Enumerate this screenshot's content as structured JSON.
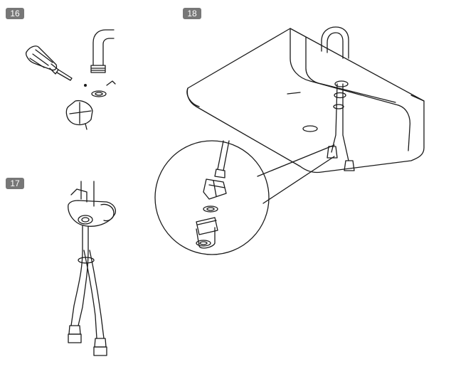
{
  "steps": [
    {
      "number": "16"
    },
    {
      "number": "17"
    },
    {
      "number": "18"
    }
  ],
  "colors": {
    "badge": "#777777",
    "line": "#1a1a1a",
    "fill": "#ffffff"
  },
  "icons": {
    "step16": [
      "screwdriver-icon",
      "pipe-icon",
      "washer-icon",
      "cap-nut-icon"
    ],
    "step17": [
      "mixer-body-icon",
      "hose-pair-icon",
      "o-ring-icon"
    ],
    "step18": [
      "basin-icon",
      "faucet-spout-icon",
      "magnifier-circle-icon",
      "nut-icon",
      "adapter-icon",
      "seal-ring-icon"
    ]
  }
}
